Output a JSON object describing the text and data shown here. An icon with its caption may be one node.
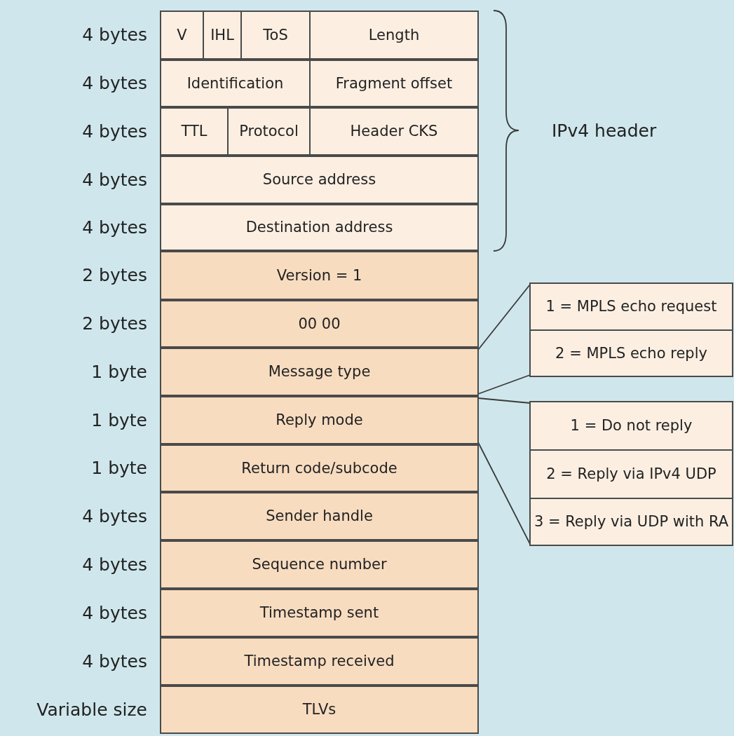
{
  "diagram": {
    "nodes": [
      {
        "text": [
          "V"
        ]
      },
      {
        "text": [
          "IHL"
        ]
      },
      {
        "text": [
          "ToS"
        ]
      },
      {
        "text": [
          "Length"
        ]
      },
      {
        "text": [
          "Identification"
        ]
      },
      {
        "text": [
          "Fragment offset"
        ]
      },
      {
        "text": [
          "TTL"
        ]
      },
      {
        "text": [
          "Protocol"
        ]
      },
      {
        "text": [
          "Header CKS"
        ]
      },
      {
        "text": [
          "Source address"
        ]
      },
      {
        "text": [
          "Destination address"
        ]
      },
      {
        "text": [
          "Version = 1"
        ]
      },
      {
        "text": [
          "00 00"
        ]
      },
      {
        "text": [
          "Message type"
        ]
      },
      {
        "text": [
          "Reply mode"
        ]
      },
      {
        "text": [
          "Return code/subcode"
        ]
      },
      {
        "text": [
          "Sender handle"
        ]
      },
      {
        "text": [
          "Sequence number"
        ]
      },
      {
        "text": [
          "Timestamp sent"
        ]
      },
      {
        "text": [
          "Timestamp received"
        ]
      },
      {
        "text": [
          "TLVs"
        ]
      },
      {
        "text": [
          "1 = MPLS echo request"
        ]
      },
      {
        "text": [
          "2 = MPLS echo reply"
        ]
      },
      {
        "text": [
          "1 = Do not reply"
        ]
      },
      {
        "text": [
          "2 = Reply via IPv4 UDP"
        ]
      },
      {
        "text": [
          "3 = Reply via UDP with RA"
        ]
      }
    ],
    "edges": [
      {
        "from": 13,
        "to": 21,
        "arrow": "none"
      },
      {
        "from": 13,
        "to": 22,
        "arrow": "none"
      },
      {
        "from": 14,
        "to": 23,
        "arrow": "none"
      },
      {
        "from": 14,
        "to": 25,
        "arrow": "none"
      }
    ],
    "labels": [
      "4 bytes",
      "4 bytes",
      "4 bytes",
      "4 bytes",
      "4 bytes",
      "2 bytes",
      "2 bytes",
      "1 byte",
      "1 byte",
      "1 byte",
      "4 bytes",
      "4 bytes",
      "4 bytes",
      "4 bytes",
      "Variable size",
      "IPv4 header"
    ]
  }
}
